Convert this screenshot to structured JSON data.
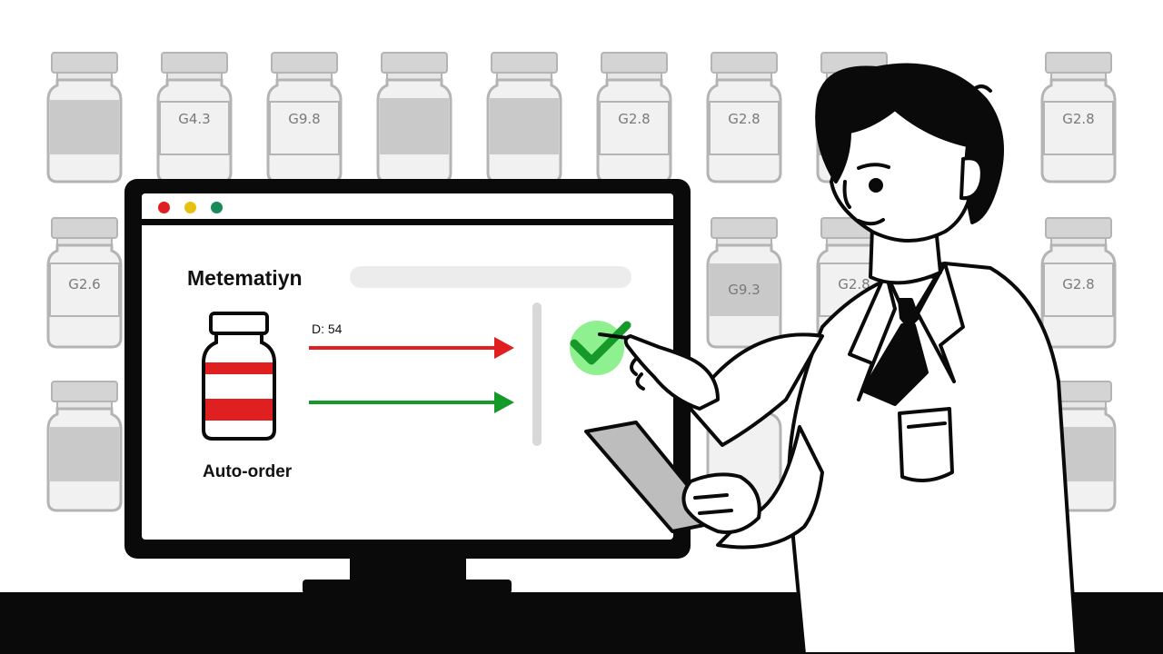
{
  "shelf": {
    "bottle_labels": [
      "G4.3",
      "G9.8",
      "G2.8",
      "G2.8",
      "G2.8",
      "G2.6",
      "G9.3",
      "G2.8",
      "G2.8"
    ]
  },
  "window": {
    "controls": [
      "close",
      "minimize",
      "maximize"
    ],
    "title": "Metematiyn",
    "dose_label": "D: 54",
    "action_label": "Auto-order"
  },
  "icons": {
    "vial": "medicine-vial-icon",
    "arrow_red": "arrow-right-icon",
    "arrow_green": "arrow-right-icon",
    "check": "checkmark-icon"
  },
  "colors": {
    "close": "#e02020",
    "minimize": "#e8c010",
    "maximize": "#1a8a5a",
    "alert_red": "#e02020",
    "ok_green": "#159a2a",
    "check_glow": "#8ff08f",
    "shelf_gray": "#c8c8c8"
  }
}
